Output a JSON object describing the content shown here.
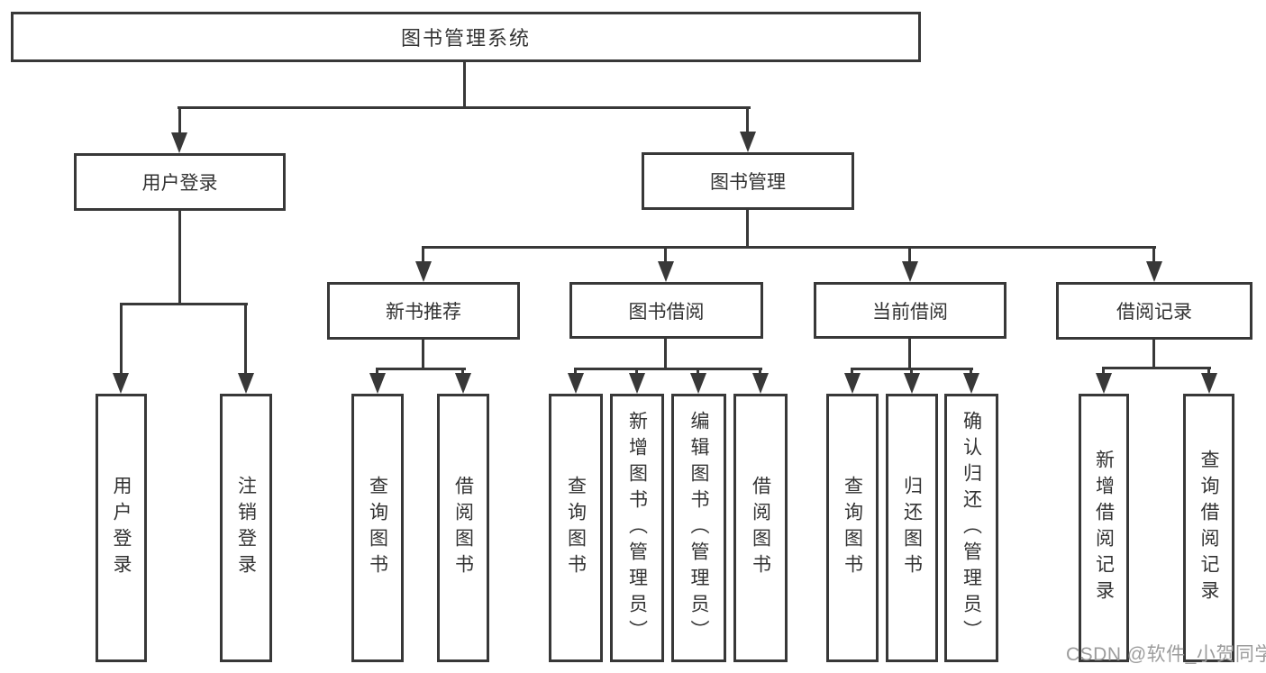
{
  "diagram": {
    "root": {
      "label": "图书管理系统"
    },
    "level2": [
      {
        "label": "用户登录"
      },
      {
        "label": "图书管理"
      }
    ],
    "level3": [
      {
        "label": "新书推荐"
      },
      {
        "label": "图书借阅"
      },
      {
        "label": "当前借阅"
      },
      {
        "label": "借阅记录"
      }
    ],
    "leaves": {
      "user_login": [
        "用户登录",
        "注销登录"
      ],
      "new_books": [
        "查询图书",
        "借阅图书"
      ],
      "borrowing": [
        "查询图书",
        "新增图书（管理员）",
        "编辑图书（管理员）",
        "借阅图书"
      ],
      "current": [
        "查询图书",
        "归还图书",
        "确认归还（管理员）"
      ],
      "records": [
        "新增借阅记录",
        "查询借阅记录"
      ]
    }
  },
  "watermark": {
    "text": "CSDN @软件_小贺同学"
  },
  "colors": {
    "line": "#383838",
    "text": "#333333",
    "box_background": "#ffffff",
    "watermark": "#9c9c9c",
    "background": "#ffffff"
  }
}
